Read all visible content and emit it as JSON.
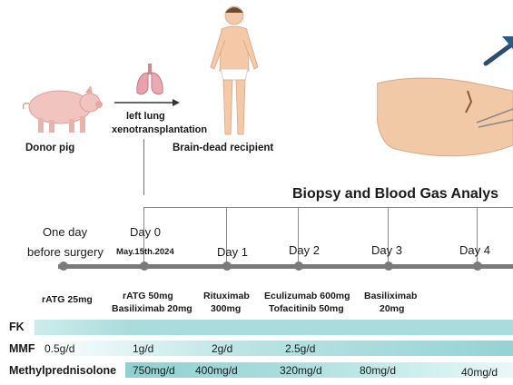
{
  "top": {
    "donor_label": "Donor pig",
    "procedure_label_line1": "left lung",
    "procedure_label_line2": "xenotransplantation",
    "recipient_label": "Brain-dead recipient"
  },
  "section_title": "Biopsy and Blood Gas Analys",
  "timeline": {
    "points": [
      {
        "label_line1": "One day",
        "label_line2": "before surgery",
        "date": "",
        "drugs": [
          "rATG 25mg"
        ]
      },
      {
        "label_line1": "Day 0",
        "label_line2": "",
        "date": "May.15th.2024",
        "drugs": [
          "rATG 50mg",
          "Basiliximab 20mg"
        ]
      },
      {
        "label_line1": "Day 1",
        "label_line2": "",
        "date": "",
        "drugs": [
          "Rituximab",
          "300mg"
        ]
      },
      {
        "label_line1": "Day 2",
        "label_line2": "",
        "date": "",
        "drugs": [
          "Eculizumab 600mg",
          "Tofacitinib 50mg"
        ]
      },
      {
        "label_line1": "Day 3",
        "label_line2": "",
        "date": "",
        "drugs": [
          "Basiliximab",
          "20mg"
        ]
      },
      {
        "label_line1": "Day 4",
        "label_line2": "",
        "date": "",
        "drugs": []
      }
    ]
  },
  "regimen": {
    "fk": {
      "label": "FK"
    },
    "mmf": {
      "label": "MMF",
      "doses": [
        "0.5g/d",
        "1g/d",
        "2g/d",
        "2.5g/d"
      ]
    },
    "mp": {
      "label": "Methylprednisolone",
      "doses": [
        "750mg/d",
        "400mg/d",
        "320mg/d",
        "80mg/d",
        "40mg/d"
      ]
    }
  },
  "colors": {
    "bar_teal": "#a9dcdc",
    "bar_teal_dark": "#8fd0d2",
    "timeline_gray": "#7a7a7a"
  }
}
